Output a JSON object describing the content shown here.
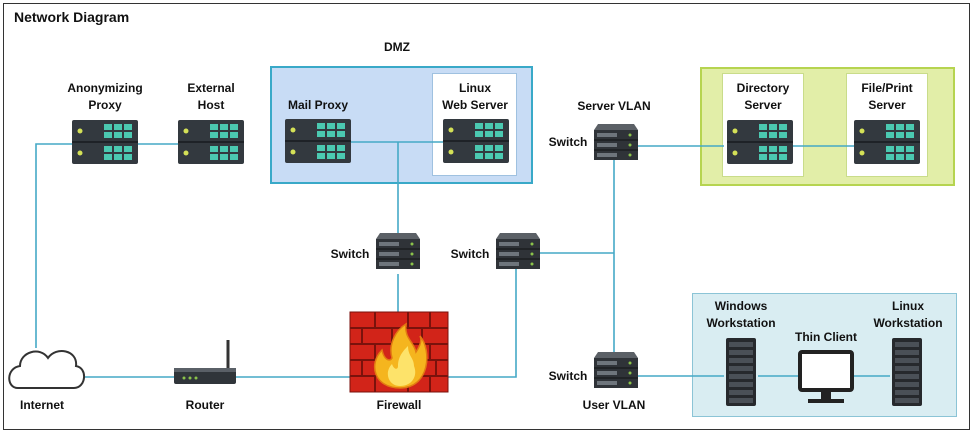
{
  "title": "Network Diagram",
  "colors": {
    "link": "#45a9c6",
    "server_teal": "#4bc9b1",
    "server_dark": "#33393f",
    "dmz_fill": "#c8dcf5",
    "dmz_border": "#39a9c8",
    "green_fill": "#e2eea8",
    "green_border": "#b6d450",
    "workstation_fill": "#d9edf2",
    "workstation_border": "#8bc4d6",
    "firewall_brick": "#d22419",
    "flame": "#f5b51e"
  },
  "zones": {
    "dmz": "DMZ"
  },
  "labels": {
    "anonymizing_proxy": "Anonymizing\nProxy",
    "external_host": "External\nHost",
    "mail_proxy": "Mail Proxy",
    "linux_web_server": "Linux\nWeb Server",
    "server_vlan": "Server VLAN",
    "switch_server_vlan": "Switch",
    "directory_server": "Directory\nServer",
    "file_print_server": "File/Print\nServer",
    "switch_dmz": "Switch",
    "switch_core": "Switch",
    "windows_workstation": "Windows\nWorkstation",
    "thin_client": "Thin Client",
    "linux_workstation": "Linux\nWorkstation",
    "internet": "Internet",
    "router": "Router",
    "firewall": "Firewall",
    "switch_user_vlan": "Switch",
    "user_vlan": "User VLAN"
  },
  "icons": {
    "rack_server": "rack-server-icon",
    "switch": "network-switch-icon",
    "cloud": "cloud-icon",
    "router": "router-icon",
    "firewall": "firewall-icon",
    "tower": "tower-server-icon",
    "monitor": "thin-client-monitor-icon"
  }
}
